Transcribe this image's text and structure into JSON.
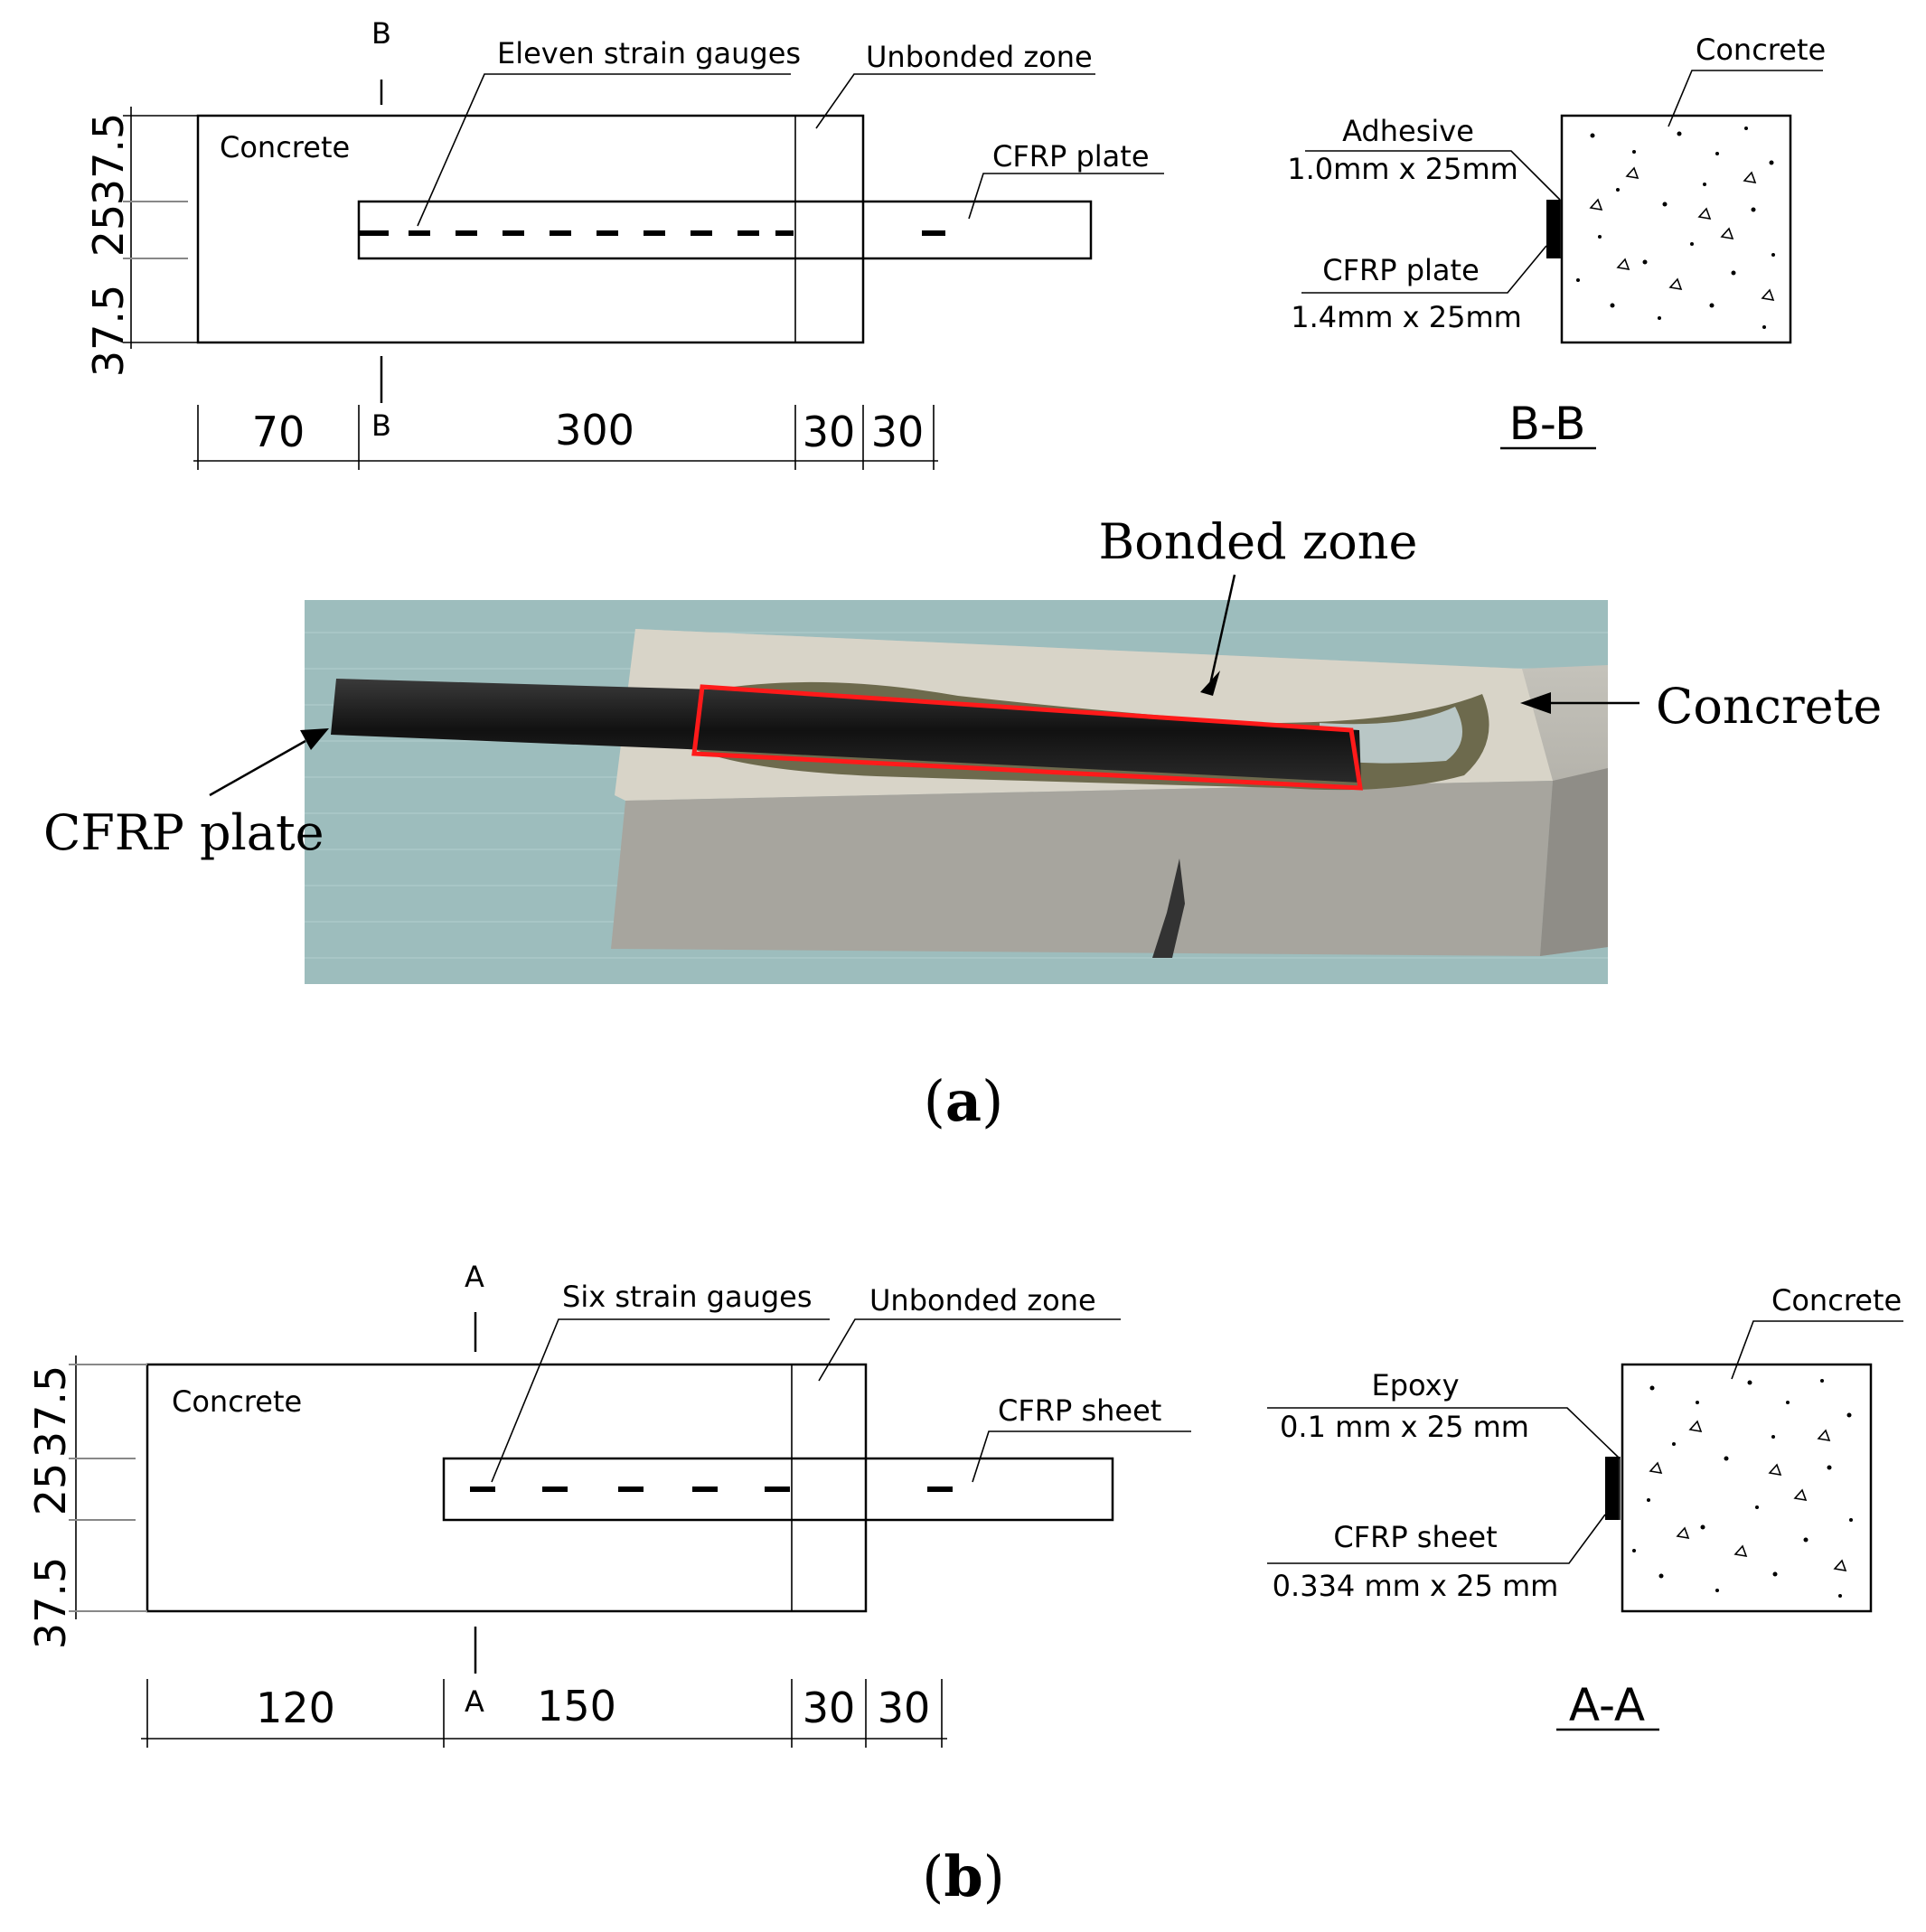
{
  "panel_a": {
    "concrete_label": "Concrete",
    "gauges_label": "Eleven strain gauges",
    "unbonded_label": "Unbonded zone",
    "plate_label": "CFRP plate",
    "cut_label_top": "B",
    "cut_label_bottom": "B",
    "dims_h": [
      "70",
      "300",
      "30",
      "30"
    ],
    "dims_v": [
      "37.5",
      "25",
      "37.5"
    ],
    "section": {
      "concrete_label": "Concrete",
      "adhesive_label": "Adhesive",
      "adhesive_size": "1.0mm x 25mm",
      "plate_label": "CFRP plate",
      "plate_size": "1.4mm x 25mm",
      "title": "B-B"
    },
    "photo": {
      "bonded_zone": "Bonded zone",
      "concrete": "Concrete",
      "cfrp_plate": "CFRP plate",
      "bonded_outline_color": "#ff1a1a"
    },
    "caption_open": "(",
    "caption_letter": "a",
    "caption_close": ")"
  },
  "panel_b": {
    "concrete_label": "Concrete",
    "gauges_label": "Six strain gauges",
    "unbonded_label": "Unbonded zone",
    "sheet_label": "CFRP sheet",
    "cut_label_top": "A",
    "cut_label_bottom": "A",
    "dims_h": [
      "120",
      "150",
      "30",
      "30"
    ],
    "dims_v": [
      "37.5",
      "25",
      "37.5"
    ],
    "section": {
      "concrete_label": "Concrete",
      "epoxy_label": "Epoxy",
      "epoxy_size": "0.1 mm  x 25 mm",
      "sheet_label": "CFRP sheet",
      "sheet_size": "0.334 mm x 25 mm",
      "title": "A-A"
    },
    "caption_open": "(",
    "caption_letter": "b",
    "caption_close": ")"
  }
}
